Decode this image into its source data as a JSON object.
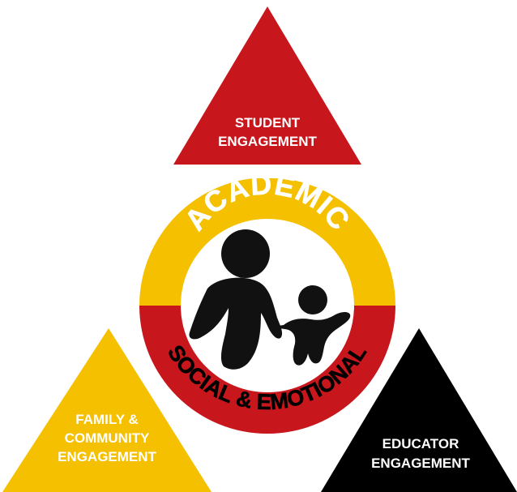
{
  "triangles": {
    "top": {
      "line1": "STUDENT",
      "line2": "ENGAGEMENT"
    },
    "left": {
      "line1": "FAMILY &",
      "line2": "COMMUNITY",
      "line3": "ENGAGEMENT"
    },
    "right": {
      "line1": "EDUCATOR",
      "line2": "ENGAGEMENT"
    }
  },
  "ring": {
    "top_text": "ACADEMIC",
    "bottom_text": "SOCIAL & EMOTIONAL"
  },
  "colors": {
    "red": "#c8161d",
    "yellow": "#f5c000",
    "black": "#000000",
    "white": "#ffffff"
  },
  "icons": [
    "adult-figure-icon",
    "child-figure-icon"
  ]
}
